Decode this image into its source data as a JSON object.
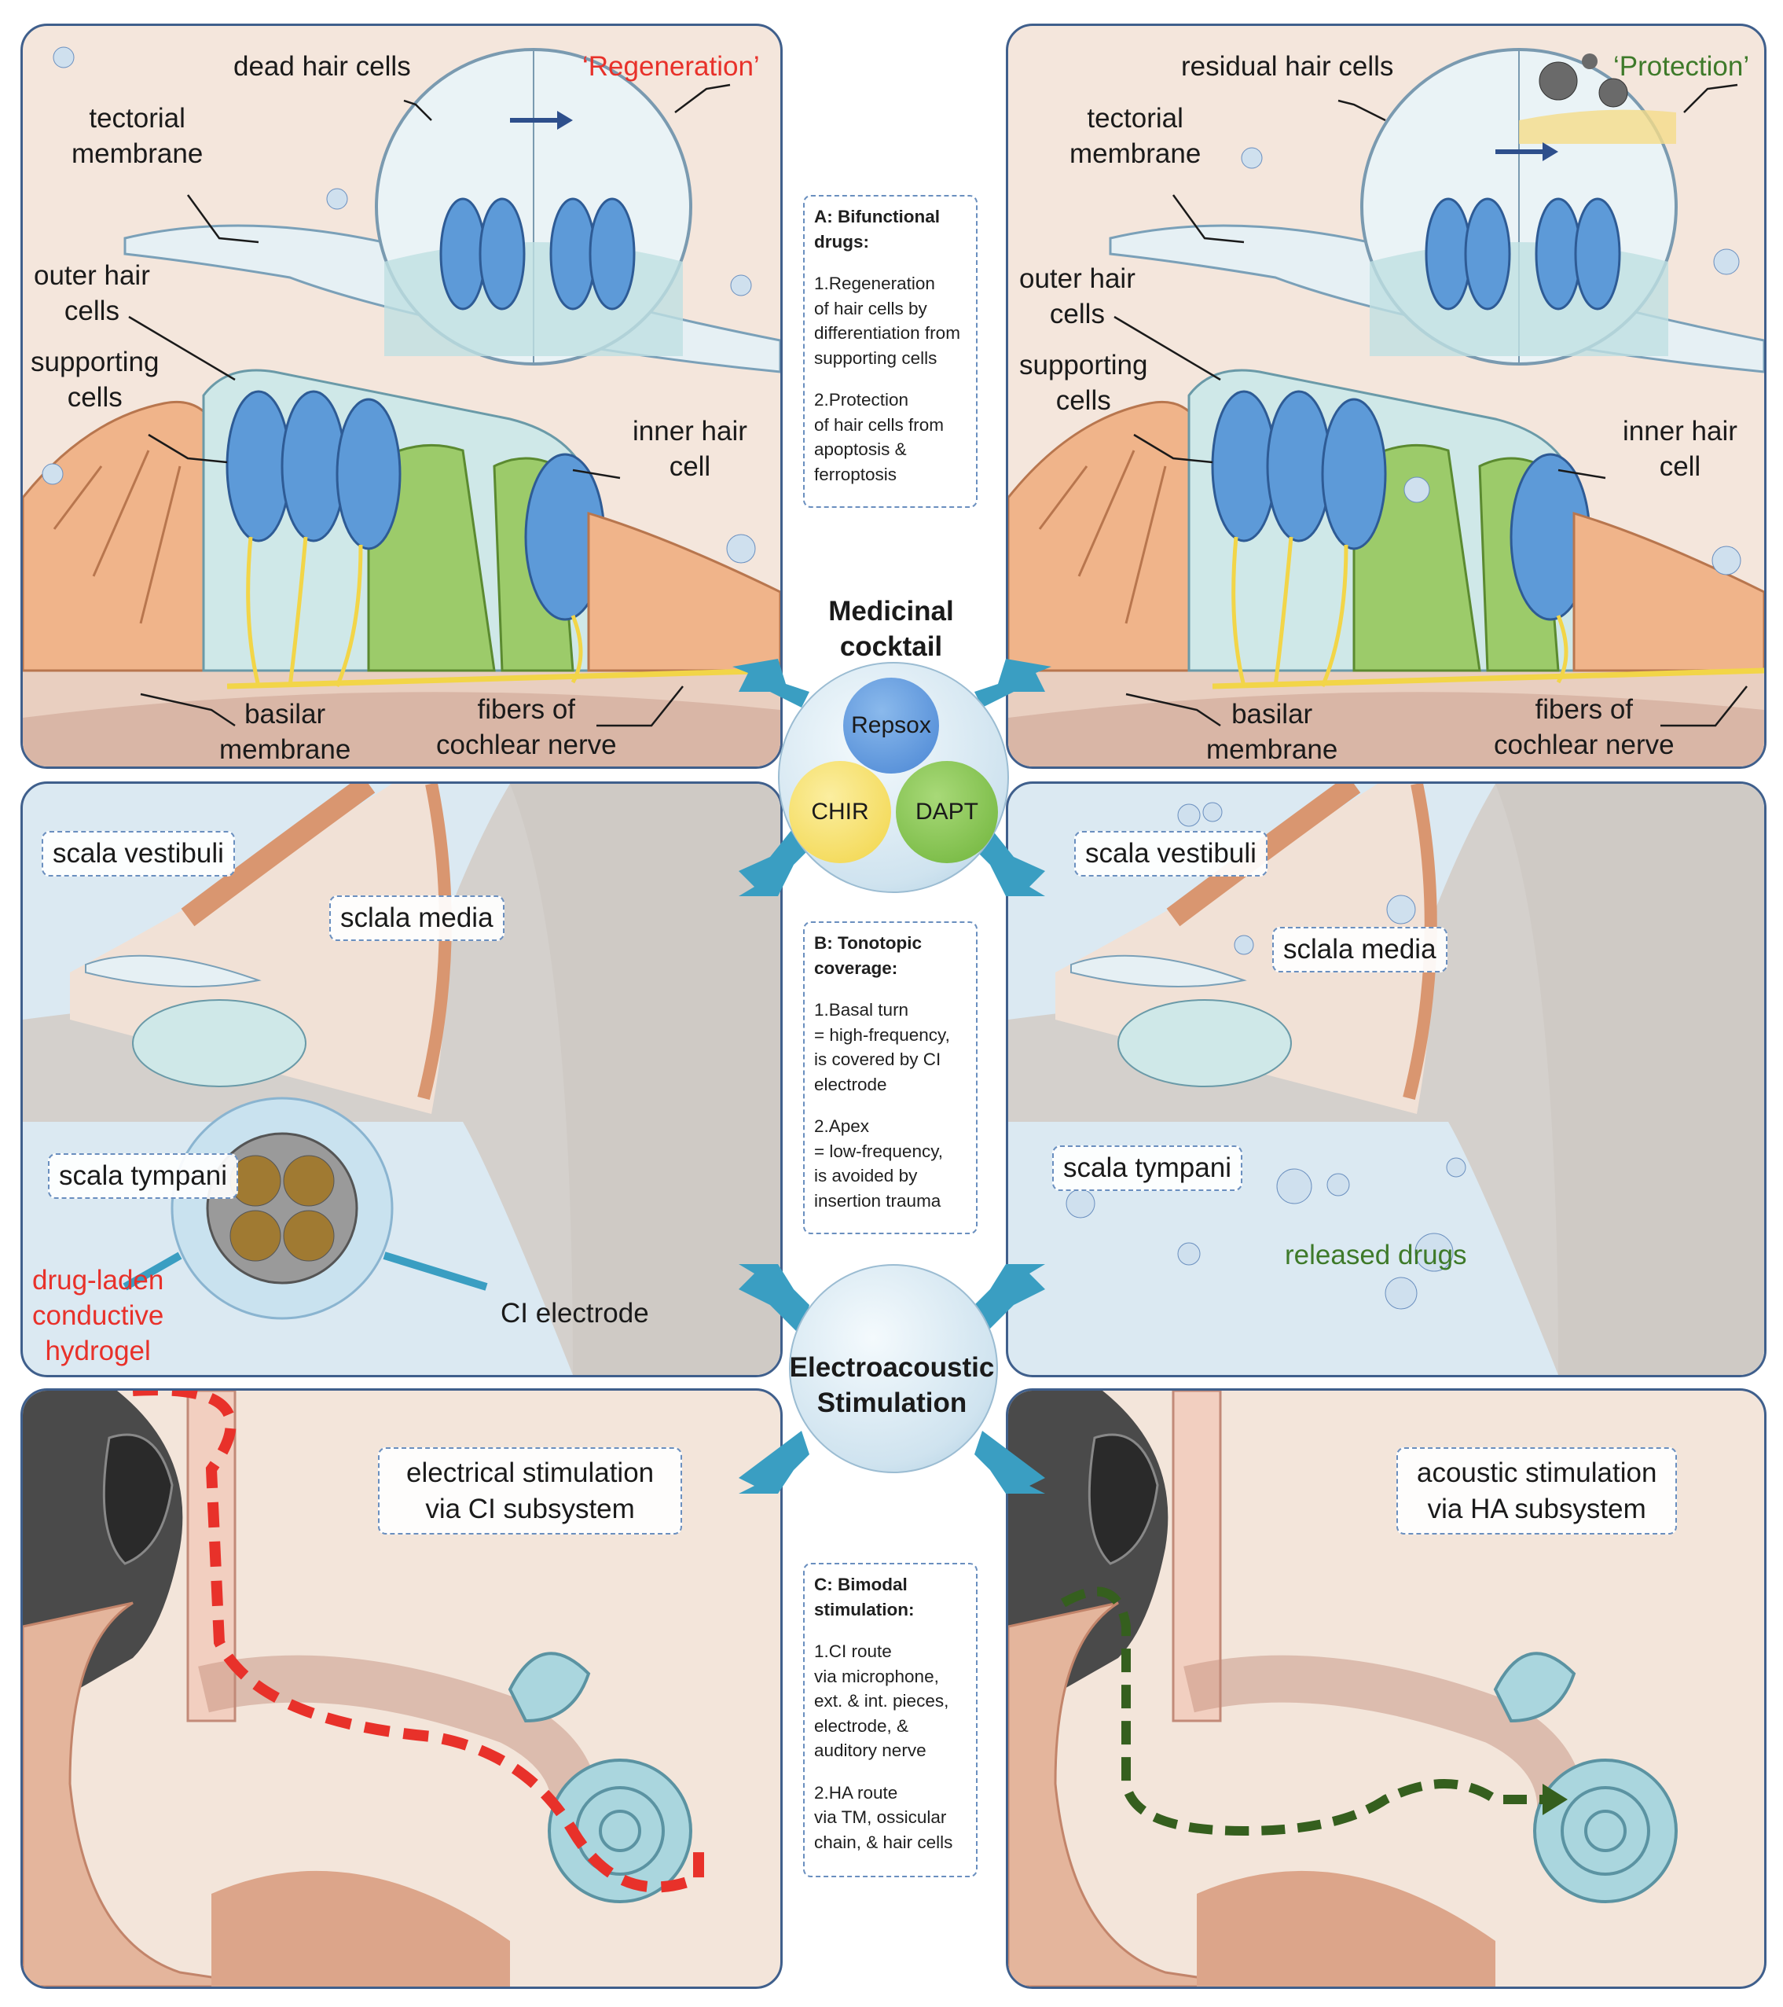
{
  "panels": {
    "top_left": {
      "dead_hair_cells": "dead hair cells",
      "regeneration": "‘Regeneration’",
      "tectorial_membrane": "tectorial\nmembrane",
      "outer_hair_cells": "outer hair\ncells",
      "supporting_cells": "supporting\ncells",
      "inner_hair_cell": "inner hair\ncell",
      "basilar_membrane": "basilar\nmembrane",
      "fibers": "fibers of\ncochlear nerve"
    },
    "top_right": {
      "residual_hair_cells": "residual hair cells",
      "protection": "‘Protection’",
      "tectorial_membrane": "tectorial\nmembrane",
      "outer_hair_cells": "outer hair\ncells",
      "supporting_cells": "supporting\ncells",
      "inner_hair_cell": "inner hair\ncell",
      "basilar_membrane": "basilar\nmembrane",
      "fibers": "fibers of\ncochlear nerve"
    },
    "mid_left": {
      "scala_vestibuli": "scala vestibuli",
      "sclala_media": "sclala media",
      "scala_tympani": "scala tympani",
      "hydrogel": "drug-laden\nconductive\nhydrogel",
      "ci_electrode": "CI electrode"
    },
    "mid_right": {
      "scala_vestibuli": "scala vestibuli",
      "sclala_media": "sclala media",
      "scala_tympani": "scala tympani",
      "released_drugs": "released drugs"
    },
    "bot_left": {
      "stim": "electrical stimulation\nvia CI subsystem"
    },
    "bot_right": {
      "stim": "acoustic stimulation\nvia HA subsystem"
    }
  },
  "center": {
    "cocktail_title": "Medicinal\ncocktail",
    "drugs": [
      "Repsox",
      "CHIR",
      "DAPT"
    ],
    "eas_title": "Electroacoustic\nStimulation"
  },
  "boxes": {
    "A": {
      "heading": "A: Bifunctional\ndrugs:",
      "items": [
        "1.Regeneration\nof hair cells by\ndifferentiation from\nsupporting cells",
        "2.Protection\nof hair cells from\napoptosis &\nferroptosis"
      ]
    },
    "B": {
      "heading": "B: Tonotopic\ncoverage:",
      "items": [
        "1.Basal turn\n= high-frequency,\nis covered by CI\nelectrode",
        "2.Apex\n= low-frequency,\nis avoided by\ninsertion trauma"
      ]
    },
    "C": {
      "heading": "C: Bimodal\nstimulation:",
      "items": [
        "1.CI route\nvia microphone,\next. & int. pieces,\nelectrode, &\nauditory nerve",
        "2.HA route\nvia TM, ossicular\nchain, & hair cells"
      ]
    }
  },
  "colors": {
    "frame": "#3f5f8c",
    "red_label": "#e8312a",
    "green_label": "#3e7a2a",
    "repsox": "#4a86d4",
    "chir": "#f2d548",
    "dapt": "#6fb43a",
    "arrow": "#3a9ec2"
  }
}
